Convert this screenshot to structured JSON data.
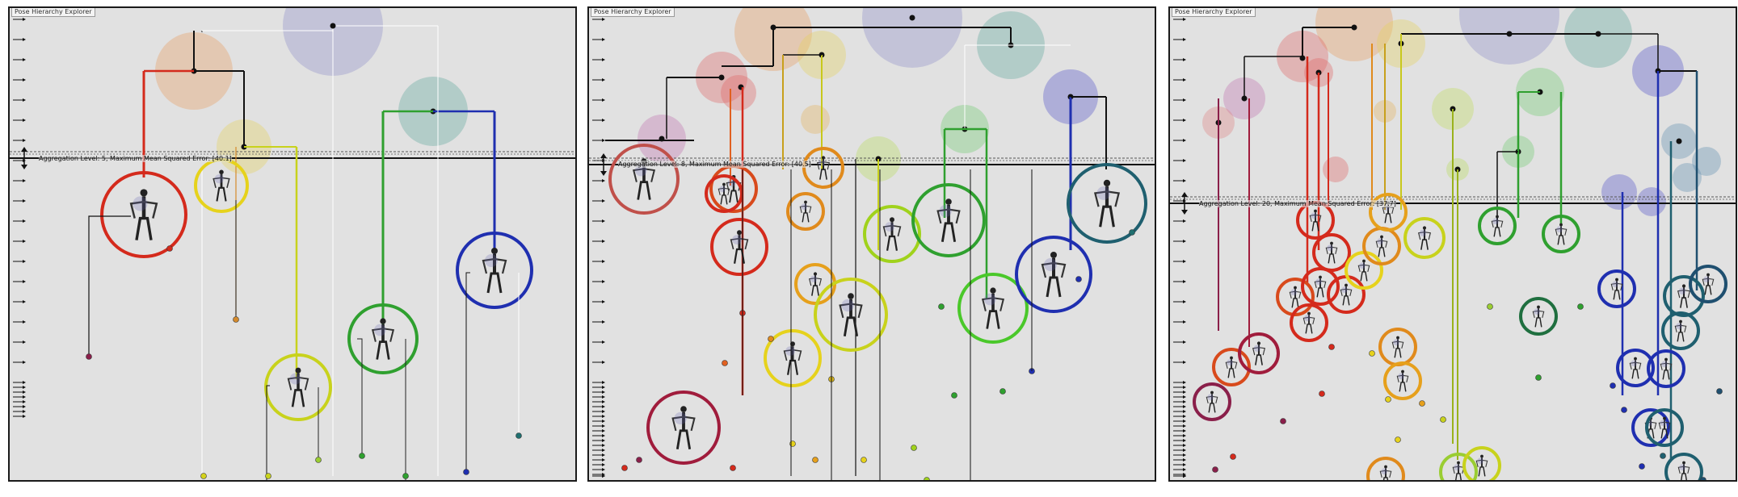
{
  "panels": [
    {
      "title": "Pose Hierarchy Explorer",
      "aggregation": "Aggregation Level: 5, Maximum Mean Squared Error: [40.1]"
    },
    {
      "title": "Pose Hierarchy Explorer",
      "aggregation": "Aggregation Level: 8, Maximum Mean Squared Error: [40.5]"
    },
    {
      "title": "Pose Hierarchy Explorer",
      "aggregation": "Aggregation Level: 20, Maximum Mean Squared Error: [37.7]"
    }
  ],
  "colors": {
    "background": "#e1e1e1",
    "border": "#1a1a1a",
    "red": "#d42a1c",
    "yellow": "#e6d21c",
    "green": "#2fb02f",
    "blue": "#1f2fb0",
    "teal": "#1f6f6f"
  },
  "icons": [
    "aggregation-slider-icon",
    "dendrogram",
    "pose-figure"
  ]
}
